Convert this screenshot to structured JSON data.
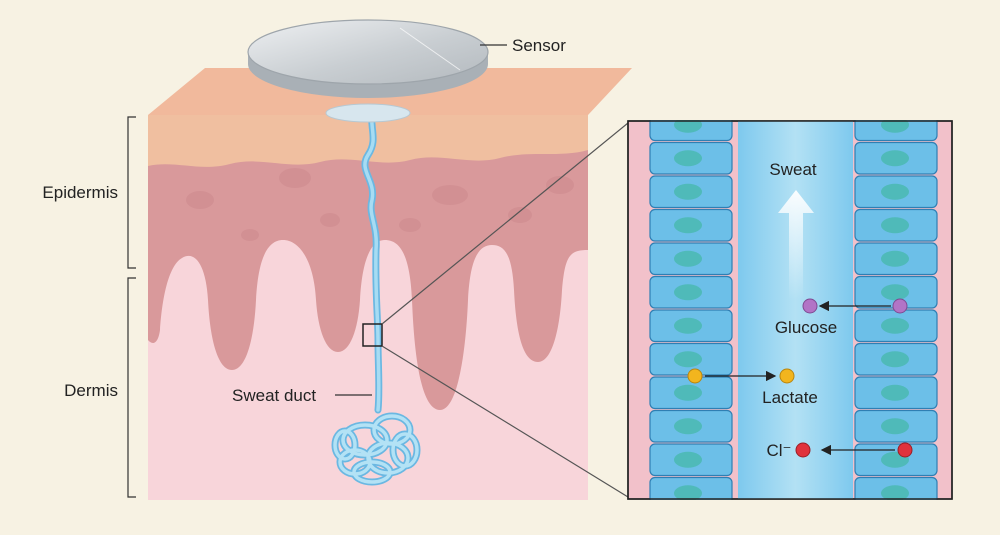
{
  "labels": {
    "sensor": "Sensor",
    "epidermis": "Epidermis",
    "dermis": "Dermis",
    "sweat_duct": "Sweat duct",
    "sweat": "Sweat",
    "glucose": "Glucose",
    "lactate": "Lactate",
    "chloride": "Cl⁻"
  },
  "colors": {
    "background": "#f7f2e3",
    "epidermis_top": "#f0b79a",
    "epidermis_wave": "#d99a95",
    "dermis": "#f7d3d8",
    "duct": "#8fd0ee",
    "cell_fill": "#6cbfe8",
    "nucleus": "#4ab9b0",
    "lumen": "#a9dcf2",
    "panel_border": "#f2bfc8",
    "glucose": "#b274c6",
    "lactate": "#f2b51e",
    "chloride": "#e0323c",
    "sensor": "#c9ced2"
  }
}
